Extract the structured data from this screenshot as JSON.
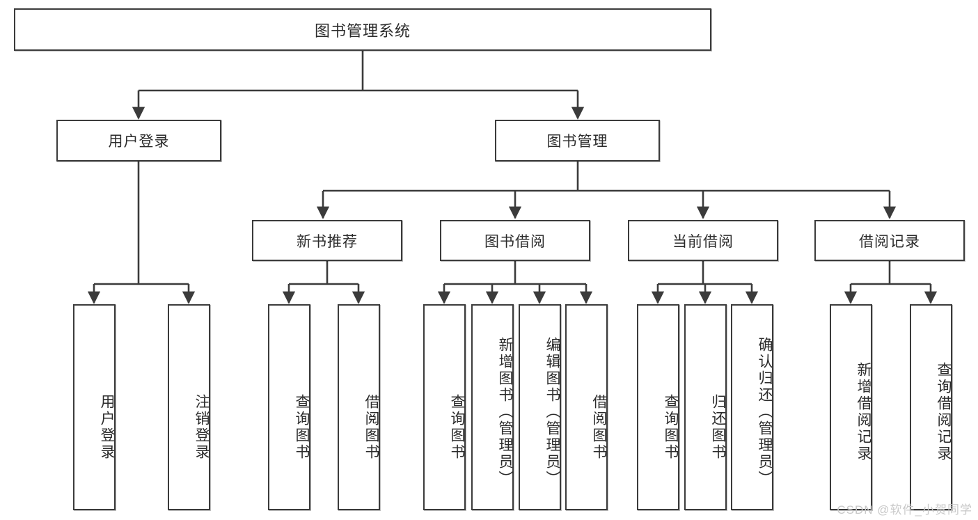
{
  "diagram": {
    "title": "图书管理系统",
    "type": "tree",
    "root": {
      "label": "图书管理系统"
    },
    "level2": [
      {
        "label": "用户登录"
      },
      {
        "label": "图书管理"
      }
    ],
    "level3": [
      {
        "label": "新书推荐"
      },
      {
        "label": "图书借阅"
      },
      {
        "label": "当前借阅"
      },
      {
        "label": "借阅记录"
      }
    ],
    "leaves": {
      "user_login": [
        {
          "label": "用户登录"
        },
        {
          "label": "注销登录"
        }
      ],
      "new_book_recommend": [
        {
          "label": "查询图书"
        },
        {
          "label": "借阅图书"
        }
      ],
      "book_borrow": [
        {
          "label": "查询图书"
        },
        {
          "label": "新增图书（管理员）"
        },
        {
          "label": "编辑图书（管理员）"
        },
        {
          "label": "借阅图书"
        }
      ],
      "current_borrow": [
        {
          "label": "查询图书"
        },
        {
          "label": "归还图书"
        },
        {
          "label": "确认归还（管理员）"
        }
      ],
      "borrow_record": [
        {
          "label": "新增借阅记录"
        },
        {
          "label": "查询借阅记录"
        }
      ]
    }
  },
  "watermark": {
    "text": "CSDN @软件_小贺同学"
  },
  "colors": {
    "box_border": "#3b3b3b",
    "box_fill": "#ffffff",
    "text": "#2b2b2b",
    "connector": "#3b3b3b",
    "watermark": "#c8c8c8",
    "background": "#ffffff"
  }
}
